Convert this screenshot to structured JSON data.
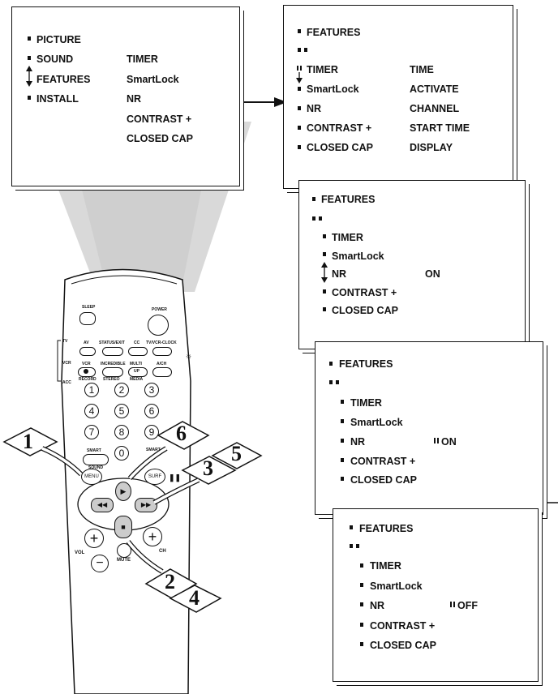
{
  "main_menu": {
    "items": [
      "PICTURE",
      "SOUND",
      "FEATURES",
      "INSTALL"
    ],
    "submenu": [
      "TIMER",
      "SmartLock",
      "NR",
      "CONTRAST +",
      "CLOSED CAP"
    ]
  },
  "features_screens": [
    {
      "title": "FEATURES",
      "items": [
        "TIMER",
        "SmartLock",
        "NR",
        "CONTRAST +",
        "CLOSED CAP"
      ],
      "values": [
        "TIME",
        "ACTIVATE",
        "CHANNEL",
        "START TIME",
        "DISPLAY"
      ]
    },
    {
      "title": "FEATURES",
      "items": [
        "TIMER",
        "SmartLock",
        "NR",
        "CONTRAST +",
        "CLOSED CAP"
      ],
      "nr_value": "ON"
    },
    {
      "title": "FEATURES",
      "items": [
        "TIMER",
        "SmartLock",
        "NR",
        "CONTRAST +",
        "CLOSED CAP"
      ],
      "nr_value": "ON"
    },
    {
      "title": "FEATURES",
      "items": [
        "TIMER",
        "SmartLock",
        "NR",
        "CONTRAST +",
        "CLOSED CAP"
      ],
      "nr_value": "OFF"
    }
  ],
  "remote": {
    "top_labels": [
      "SLEEP",
      "POWER"
    ],
    "mode_labels": [
      "TV",
      "VCR",
      "ACC"
    ],
    "row1_labels": [
      "AV",
      "STATUS/EXIT",
      "CC",
      "TV/VCR-CLOCK"
    ],
    "row2_labels": [
      "VCR",
      "INCREDIBLE",
      "MULTI",
      "A/CH"
    ],
    "row2_sub_labels": [
      "RECORD",
      "STEREO",
      "MEDIA"
    ],
    "multi_inner": "UP",
    "digits": [
      "1",
      "2",
      "3",
      "4",
      "5",
      "6",
      "7",
      "8",
      "9",
      "0"
    ],
    "smart_labels": [
      "SMART",
      "SOUND",
      "SMART"
    ],
    "menu_label": "MENU",
    "surf_label": "SURF",
    "vol_label": "VOL",
    "ch_label": "CH",
    "mute_label": "MUTE",
    "plus_sign": "+",
    "minus_sign": "−"
  },
  "steps": [
    "1",
    "2",
    "3",
    "4",
    "5",
    "6"
  ]
}
